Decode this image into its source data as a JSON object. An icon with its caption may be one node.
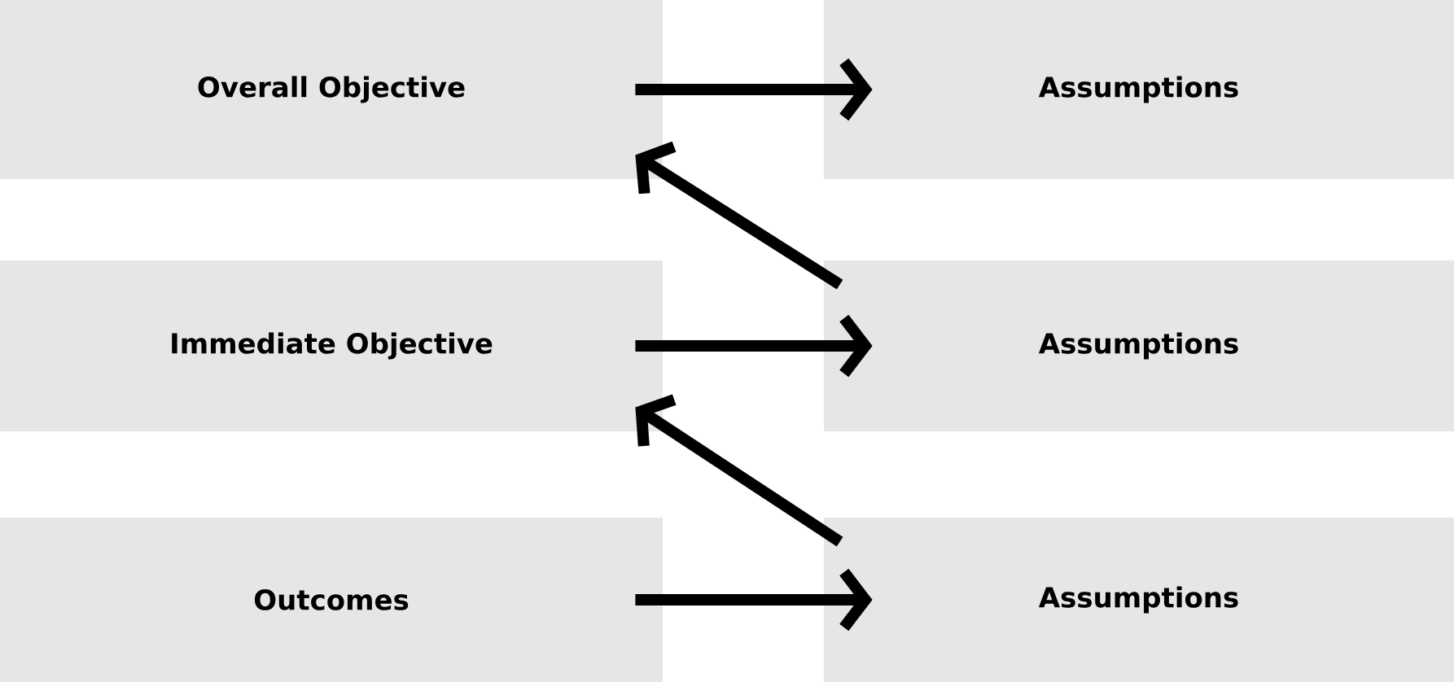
{
  "diagram": {
    "nodes": [
      {
        "text": [
          "Overall Objective"
        ]
      },
      {
        "text": [
          "Assumptions"
        ]
      },
      {
        "text": [
          "Immediate Objective"
        ]
      },
      {
        "text": [
          "Assumptions"
        ]
      },
      {
        "text": [
          "Outcomes"
        ]
      },
      {
        "text": [
          "Assumptions"
        ]
      }
    ],
    "edges": [
      {
        "from": 0,
        "to": 1,
        "arrow": "to"
      },
      {
        "from": 3,
        "to": 0,
        "arrow": "to"
      },
      {
        "from": 2,
        "to": 3,
        "arrow": "to"
      },
      {
        "from": 5,
        "to": 2,
        "arrow": "to"
      },
      {
        "from": 4,
        "to": 5,
        "arrow": "to"
      }
    ]
  }
}
